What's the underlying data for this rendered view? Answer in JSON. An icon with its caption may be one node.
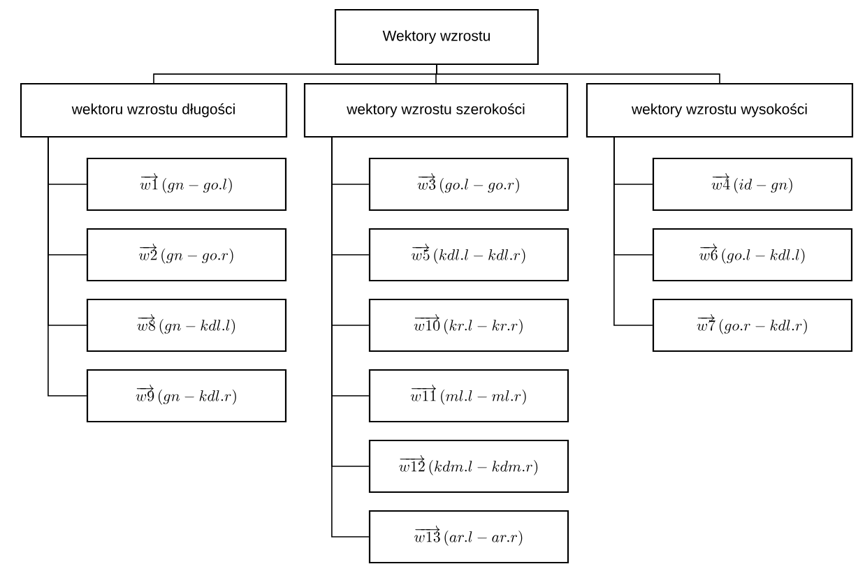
{
  "diagram": {
    "nodes": [
      {
        "text": [
          "Wektory wzrostu"
        ]
      },
      {
        "text": [
          "wektoru wzrostu długości"
        ]
      },
      {
        "text": [
          "wektory wzrostu szerokości"
        ]
      },
      {
        "text": [
          "wektory wzrostu wysokości"
        ]
      },
      {
        "text": [
          "\\overrightarrow{w1}\\,(gn-go.l)"
        ]
      },
      {
        "text": [
          "\\overrightarrow{w2}\\,(gn-go.r)"
        ]
      },
      {
        "text": [
          "\\overrightarrow{w8}\\,(gn-kdl.l)"
        ]
      },
      {
        "text": [
          "\\overrightarrow{w9}\\,(gn-kdl.r)"
        ]
      },
      {
        "text": [
          "\\overrightarrow{w3}\\,(go.l-go.r)"
        ]
      },
      {
        "text": [
          "\\overrightarrow{w5}\\,(kdl.l-kdl.r)"
        ]
      },
      {
        "text": [
          "\\overrightarrow{w10}\\,(kr.l-kr.r)"
        ]
      },
      {
        "text": [
          "\\overrightarrow{w11}\\,(ml.l-ml.r)"
        ]
      },
      {
        "text": [
          "\\overrightarrow{w12}\\,(kdm.l-kdm.r)"
        ]
      },
      {
        "text": [
          "\\overrightarrow{w13}\\,(ar.l-ar.r)"
        ]
      },
      {
        "text": [
          "\\overrightarrow{w4}\\,(id-gn)"
        ]
      },
      {
        "text": [
          "\\overrightarrow{w6}\\,(go.l-kdl.l)"
        ]
      },
      {
        "text": [
          "\\overrightarrow{w7}\\,(go.r-kdl.r)"
        ]
      }
    ],
    "edges": [
      {
        "from": 0,
        "to": 1,
        "arrow": "none"
      },
      {
        "from": 0,
        "to": 2,
        "arrow": "none"
      },
      {
        "from": 0,
        "to": 3,
        "arrow": "none"
      },
      {
        "from": 1,
        "to": 4,
        "arrow": "none"
      },
      {
        "from": 1,
        "to": 5,
        "arrow": "none"
      },
      {
        "from": 1,
        "to": 6,
        "arrow": "none"
      },
      {
        "from": 1,
        "to": 7,
        "arrow": "none"
      },
      {
        "from": 2,
        "to": 8,
        "arrow": "none"
      },
      {
        "from": 2,
        "to": 9,
        "arrow": "none"
      },
      {
        "from": 2,
        "to": 10,
        "arrow": "none"
      },
      {
        "from": 2,
        "to": 11,
        "arrow": "none"
      },
      {
        "from": 2,
        "to": 12,
        "arrow": "none"
      },
      {
        "from": 2,
        "to": 13,
        "arrow": "none"
      },
      {
        "from": 3,
        "to": 14,
        "arrow": "none"
      },
      {
        "from": 3,
        "to": 15,
        "arrow": "none"
      },
      {
        "from": 3,
        "to": 16,
        "arrow": "none"
      }
    ]
  }
}
